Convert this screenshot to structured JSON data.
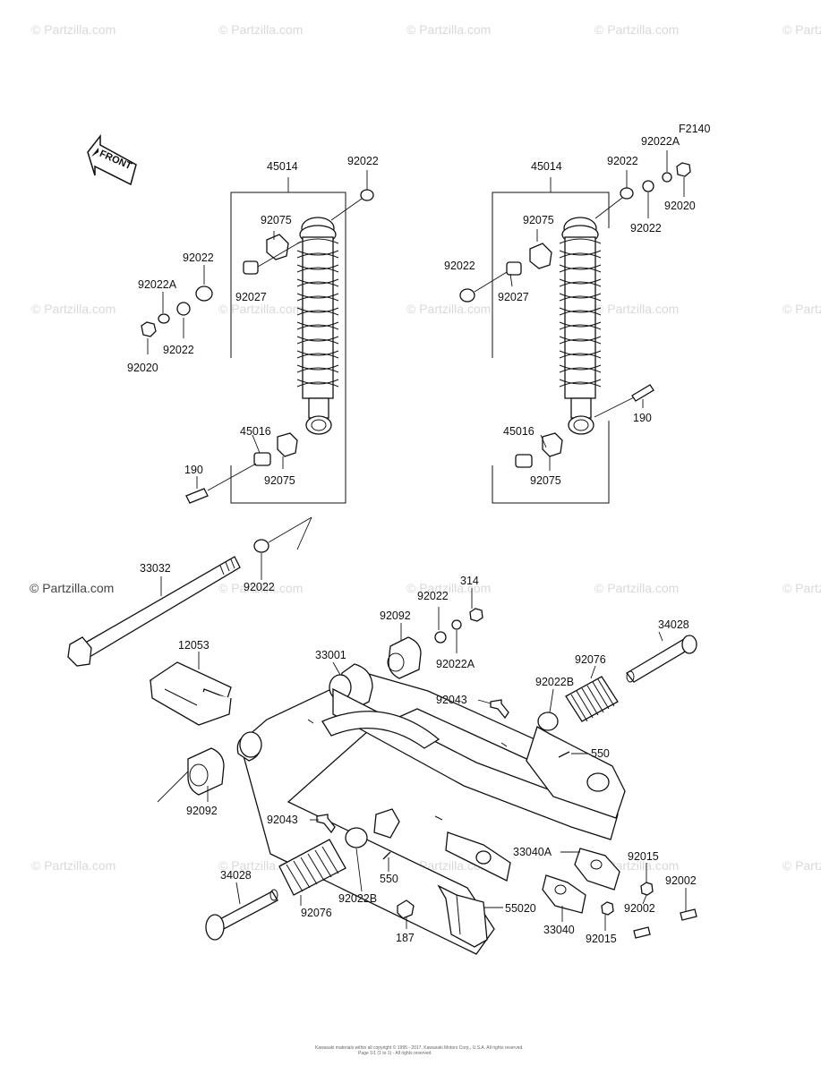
{
  "figure_code": "F2140",
  "front_arrow_label": "FRONT",
  "watermark": "© Partzilla.com",
  "watermark_main": "© Partzilla.com",
  "footer_lines": [
    "Kawasaki materials within all copyright © 1995 - 2017, Kawasaki Motors Corp., U.S.A. All rights reserved.",
    "Page 1/1 (1 to 1) - All rights reserved"
  ],
  "callouts": {
    "c45014_l": "45014",
    "c92022_tl": "92022",
    "c92075_tl": "92075",
    "c92022_l1": "92022",
    "c92027_l": "92027",
    "c92022a_l": "92022A",
    "c92022_l2": "92022",
    "c92020_l": "92020",
    "c45016_l": "45016",
    "c92075_bl": "92075",
    "c190_l": "190",
    "c45014_r": "45014",
    "c92022_tr": "92022",
    "c92022a_r": "92022A",
    "c92020_r": "92020",
    "c92022_r2": "92022",
    "c92075_tr": "92075",
    "c92022_r1": "92022",
    "c92027_r": "92027",
    "c190_r": "190",
    "c45016_r": "45016",
    "c92075_br": "92075",
    "c33032": "33032",
    "c92022_axle": "92022",
    "c12053": "12053",
    "c92092_t": "92092",
    "c92022_m": "92022",
    "c314": "314",
    "c92022a_m": "92022A",
    "c33001": "33001",
    "c34028_r": "34028",
    "c92076_r": "92076",
    "c92022b_r": "92022B",
    "c92043_t": "92043",
    "c550_r": "550",
    "c92092_b": "92092",
    "c92043_b": "92043",
    "c550_b": "550",
    "c34028_l": "34028",
    "c92076_l": "92076",
    "c92022b_l": "92022B",
    "c187": "187",
    "c55020": "55020",
    "c33040a": "33040A",
    "c33040": "33040",
    "c92015_t": "92015",
    "c92002_r": "92002",
    "c92002_l": "92002",
    "c92015_b": "92015"
  }
}
